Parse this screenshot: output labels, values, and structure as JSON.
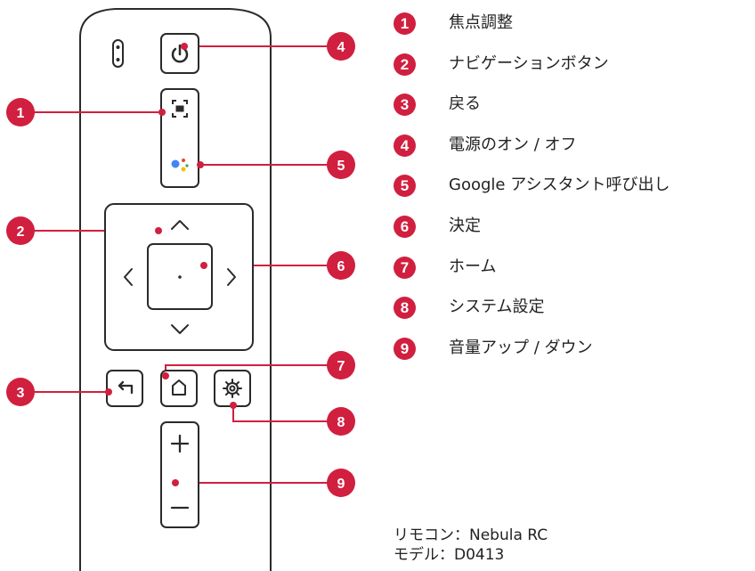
{
  "callouts": [
    {
      "number": "1",
      "label": "焦点調整"
    },
    {
      "number": "2",
      "label": "ナビゲーションボタン"
    },
    {
      "number": "3",
      "label": "戻る"
    },
    {
      "number": "4",
      "label": "電源のオン / オフ"
    },
    {
      "number": "5",
      "label": "Google アシスタント呼び出し"
    },
    {
      "number": "6",
      "label": "決定"
    },
    {
      "number": "7",
      "label": "ホーム"
    },
    {
      "number": "8",
      "label": "システム設定"
    },
    {
      "number": "9",
      "label": "音量アップ / ダウン"
    }
  ],
  "model": {
    "remote_line": "リモコン：Nebula RC",
    "model_line": "モデル：D0413"
  },
  "colors": {
    "accent": "#d11f3f",
    "outline": "#2a2a2a",
    "assistant_dots": [
      "#4285f4",
      "#ea4335",
      "#fbbc05",
      "#34a853"
    ]
  },
  "icons": {
    "power": "power-icon",
    "focus": "focus-icon",
    "assistant": "google-assistant-icon",
    "back": "back-arrow-icon",
    "home": "home-icon",
    "settings": "gear-icon",
    "volume_up": "plus-icon",
    "volume_down": "minus-icon"
  }
}
